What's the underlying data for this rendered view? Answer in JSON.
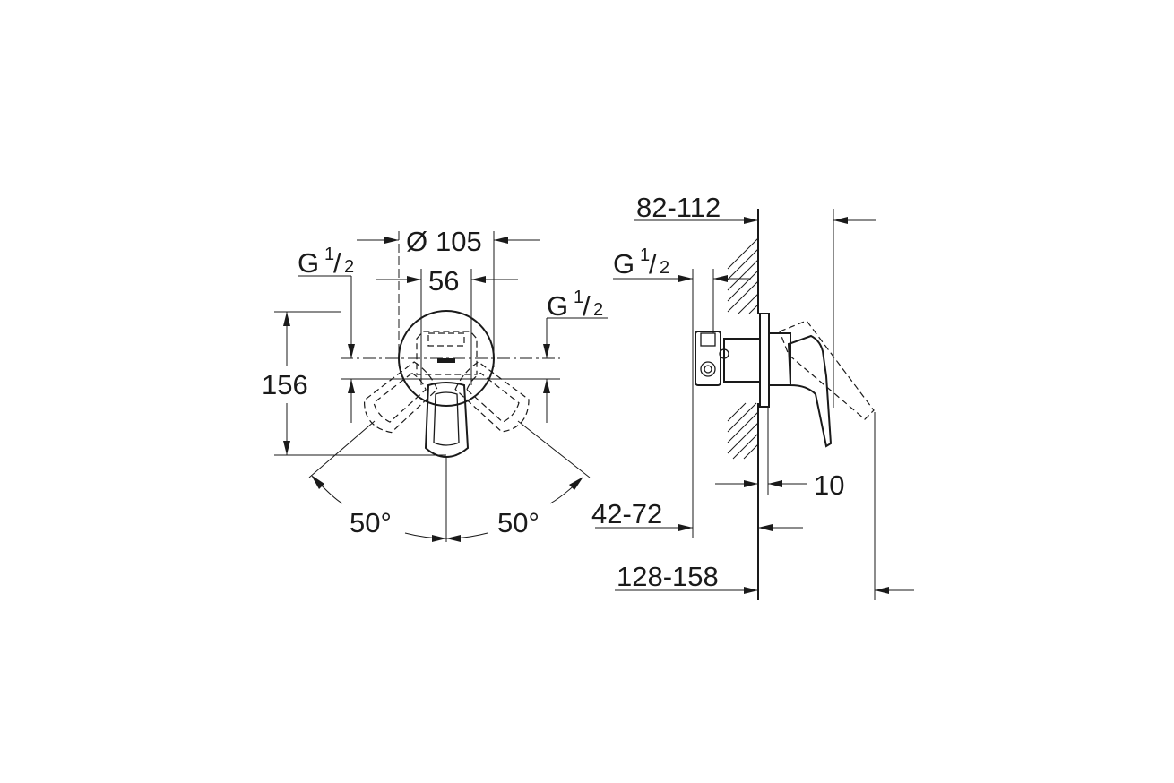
{
  "front_view": {
    "diameter_symbol": "Ø",
    "diameter_value": "105",
    "width_56": "56",
    "height_156": "156",
    "thread_left": {
      "prefix": "G",
      "num": "1",
      "slash": "/",
      "den": "2"
    },
    "thread_right": {
      "prefix": "G",
      "num": "1",
      "slash": "/",
      "den": "2"
    },
    "angle_left": "50°",
    "angle_right": "50°"
  },
  "side_view": {
    "depth_82_112": "82-112",
    "depth_42_72": "42-72",
    "depth_128_158": "128-158",
    "offset_10": "10",
    "thread": {
      "prefix": "G",
      "num": "1",
      "slash": "/",
      "den": "2"
    }
  }
}
